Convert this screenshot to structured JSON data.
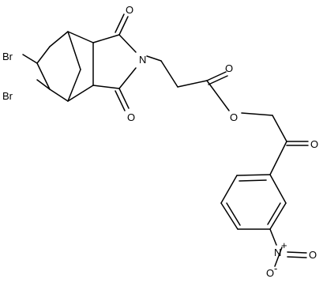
{
  "molecule": {
    "atom_labels": {
      "br_top": "Br",
      "br_bottom": "Br",
      "n_imide": "N",
      "o_imide_top": "O",
      "o_imide_bottom": "O",
      "o_ester_carbonyl": "O",
      "o_ester_link": "O",
      "o_ketone": "O",
      "n_nitro": "N",
      "o_nitro_top": "O",
      "o_nitro_right": "O"
    },
    "charges": {
      "n_nitro_charge": "+",
      "o_nitro_charge": "-"
    }
  }
}
